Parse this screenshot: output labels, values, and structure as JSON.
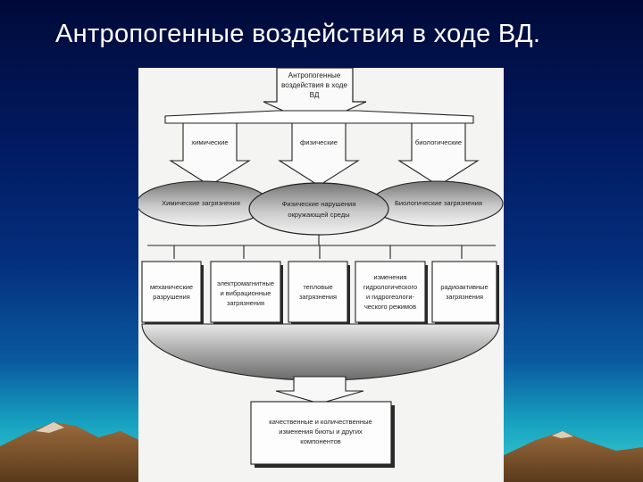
{
  "slide": {
    "title": "Антропогенные воздействия в ходе ВД."
  },
  "diagram": {
    "top_arrow": [
      "Антропогенные",
      "воздействия в ходе",
      "ВД"
    ],
    "branches": {
      "chemical": "химические",
      "physical": "физические",
      "biological": "биологические"
    },
    "ellipses": {
      "chemical": [
        "Химические загрязнения"
      ],
      "physical": [
        "Физические нарушения",
        "окружающей среды"
      ],
      "biological": [
        "Биологические загрязнения"
      ]
    },
    "boxes": {
      "mechanical": [
        "механические",
        "разрушения"
      ],
      "electromagnetic": [
        "электромагнитные",
        "и вибрационные",
        "загрязнения"
      ],
      "thermal": [
        "тепловые",
        "загрязнения"
      ],
      "hydro": [
        "изменения",
        "гидрологического",
        "и гидрогеологи-",
        "ческого режимов"
      ],
      "radioactive": [
        "радиоактивные",
        "загрязнения"
      ]
    },
    "result_box": [
      "качественные и количественные",
      "изменения биоты и других",
      "компонентов"
    ]
  }
}
